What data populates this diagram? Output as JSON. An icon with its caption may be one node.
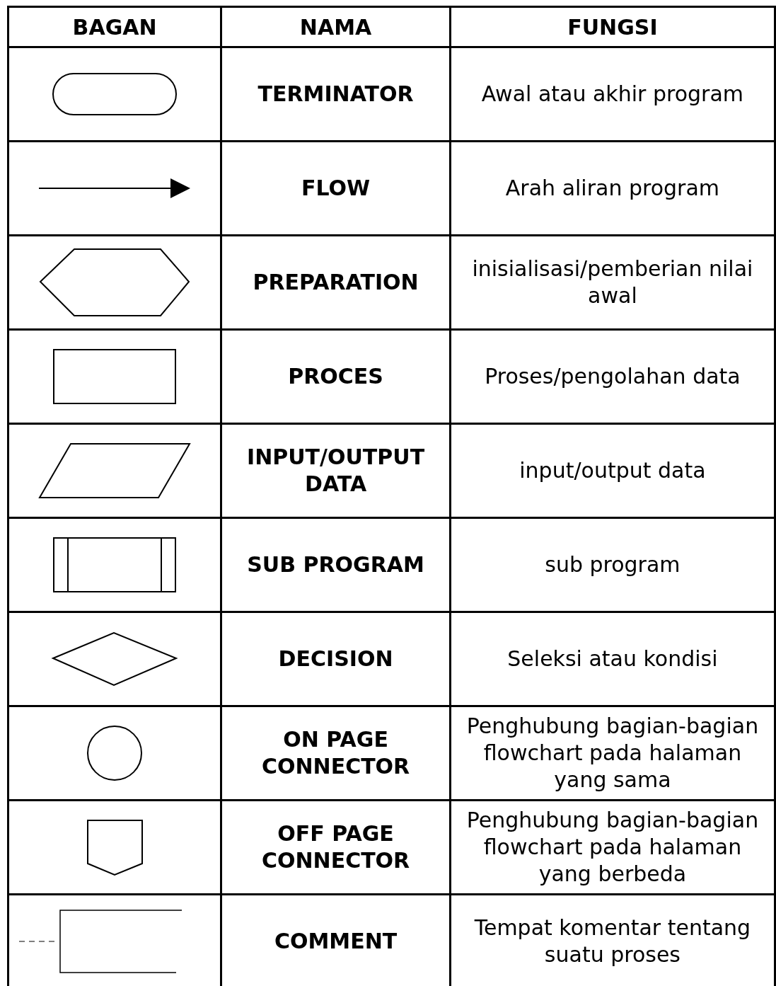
{
  "diagram": {
    "nodes": [
      {
        "text": [],
        "shape": "stadium"
      },
      {
        "text": [],
        "shape": "arrow"
      },
      {
        "text": [],
        "shape": "hexagon"
      },
      {
        "text": [],
        "shape": "box"
      },
      {
        "text": [],
        "shape": "parallelogram"
      },
      {
        "text": [],
        "shape": "subroutine"
      },
      {
        "text": [],
        "shape": "diamond"
      },
      {
        "text": [],
        "shape": "circle"
      },
      {
        "text": [],
        "shape": "pentagon"
      },
      {
        "text": [],
        "shape": "bracket"
      }
    ],
    "labels": [
      "BAGAN",
      "NAMA",
      "FUNGSI",
      "TERMINATOR",
      "Awal atau akhir program",
      "FLOW",
      "Arah aliran program",
      "PREPARATION",
      "inisialisasi/pemberian nilai awal",
      "PROCES",
      "Proses/pengolahan data",
      "INPUT/OUTPUT DATA",
      "input/output data",
      "SUB PROGRAM",
      "sub program",
      "DECISION",
      "Seleksi atau kondisi",
      "ON PAGE CONNECTOR",
      "Penghubung bagian-bagian flowchart pada halaman yang sama",
      "OFF PAGE CONNECTOR",
      "Penghubung bagian-bagian flowchart pada halaman yang berbeda",
      "COMMENT",
      "Tempat komentar tentang suatu proses"
    ]
  }
}
